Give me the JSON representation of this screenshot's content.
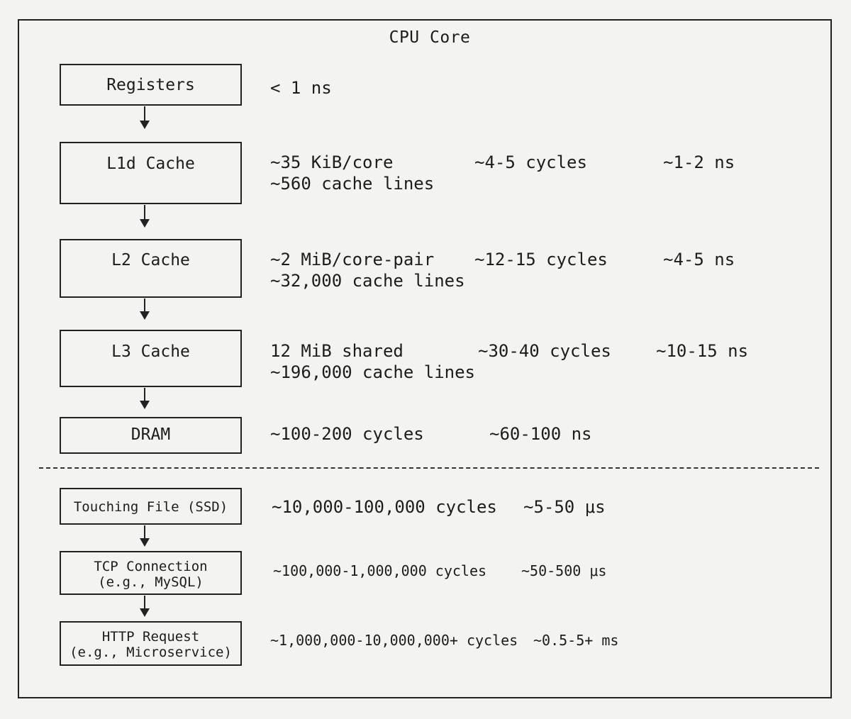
{
  "title": "CPU Core",
  "levels": {
    "registers": {
      "label": "Registers",
      "latency": "< 1 ns"
    },
    "l1d": {
      "label": "L1d Cache",
      "size": "~35 KiB/core",
      "lines": "~560 cache lines",
      "cycles": "~4-5 cycles",
      "latency": "~1-2 ns"
    },
    "l2": {
      "label": "L2 Cache",
      "size": "~2 MiB/core-pair",
      "lines": "~32,000 cache lines",
      "cycles": "~12-15 cycles",
      "latency": "~4-5 ns"
    },
    "l3": {
      "label": "L3 Cache",
      "size": "12 MiB shared",
      "lines": "~196,000 cache lines",
      "cycles": "~30-40 cycles",
      "latency": "~10-15 ns"
    },
    "dram": {
      "label": "DRAM",
      "cycles": "~100-200 cycles",
      "latency": "~60-100 ns"
    }
  },
  "io": {
    "ssd": {
      "label": "Touching File (SSD)",
      "cycles": "~10,000-100,000 cycles",
      "latency": "~5-50 μs"
    },
    "tcp": {
      "label": "TCP Connection",
      "sublabel": "(e.g., MySQL)",
      "cycles": "~100,000-1,000,000 cycles",
      "latency": "~50-500 μs"
    },
    "http": {
      "label": "HTTP Request",
      "sublabel": "(e.g., Microservice)",
      "cycles": "~1,000,000-10,000,000+ cycles",
      "latency": "~0.5-5+ ms"
    }
  }
}
